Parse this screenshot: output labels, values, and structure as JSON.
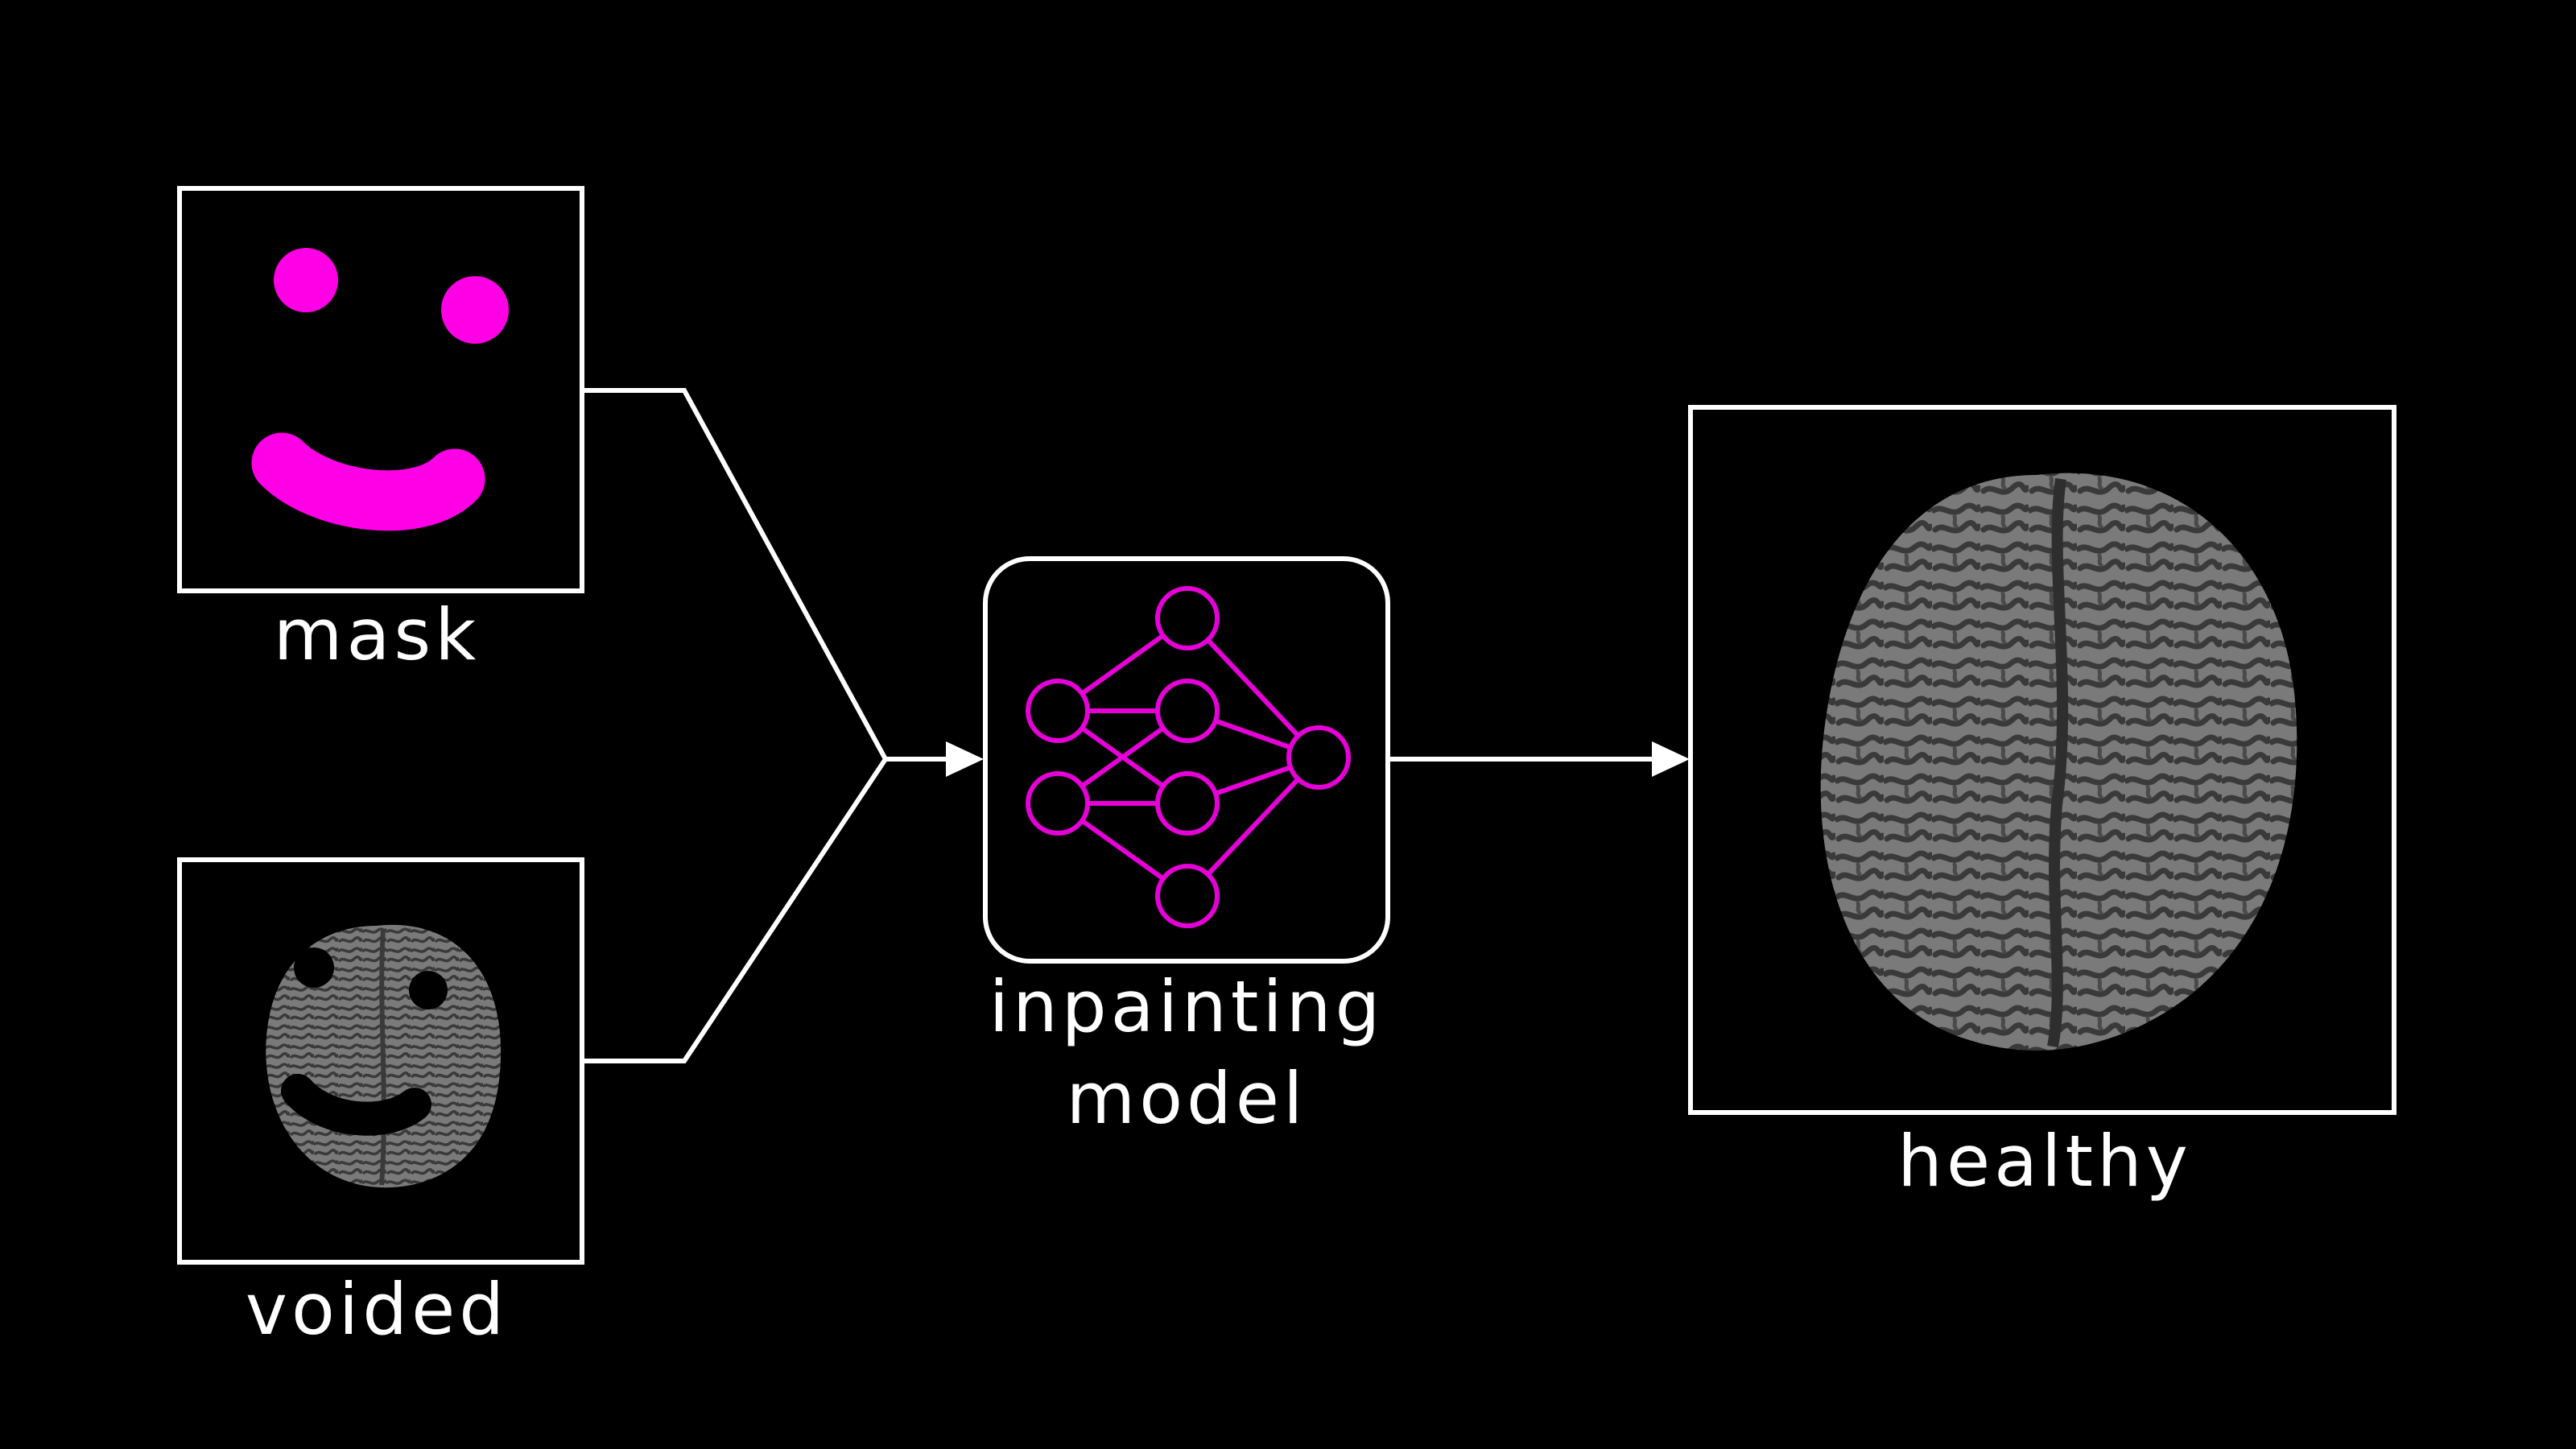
{
  "labels": {
    "mask": "mask",
    "voided": "voided",
    "model_line1": "inpainting",
    "model_line2": "model",
    "healthy": "healthy"
  },
  "colors": {
    "background": "#000000",
    "lines": "#ffffff",
    "mask": "#ff00e6",
    "network": "#e600d8",
    "brain_tissue": "#7a7a7a",
    "brain_sulci": "#3a3a3a"
  },
  "icons": {
    "model": "neural-network-icon",
    "mask": "smiley-mask-icon",
    "voided": "voided-brain-icon",
    "healthy": "brain-scan-icon"
  }
}
